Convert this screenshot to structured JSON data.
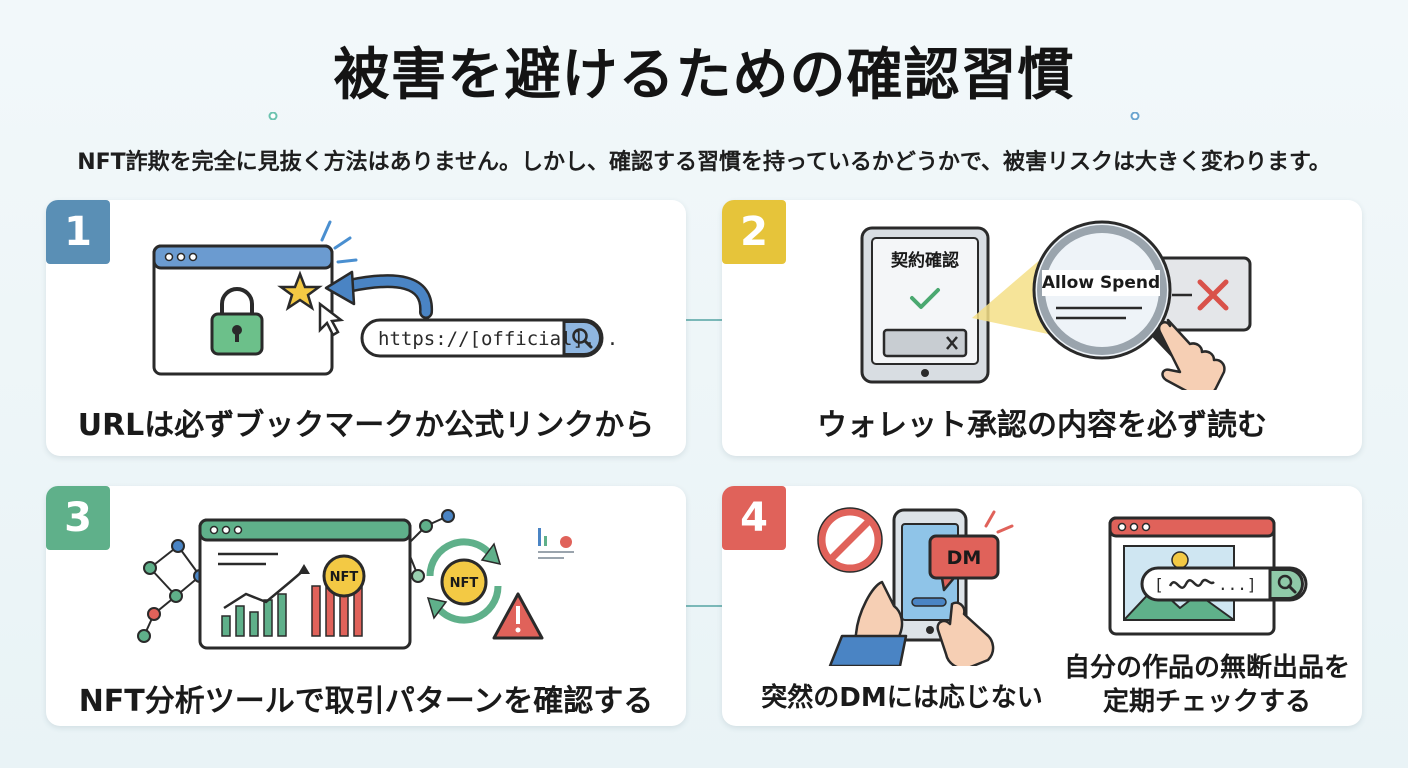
{
  "header": {
    "title": "被害を避けるための確認習慣",
    "subtitle": "NFT詐欺を完全に見抜く方法はありません。しかし、確認する習慣を持っているかどうかで、被害リスクは大きく変わります。"
  },
  "cards": [
    {
      "number": "1",
      "color": "#5a8fb5",
      "label": "URLは必ずブックマークか公式リンクから",
      "url_text": "https://[official]..."
    },
    {
      "number": "2",
      "color": "#e6c43a",
      "label": "ウォレット承認の内容を必ず読む",
      "contract_title": "契約確認",
      "magnified_text": "Allow Spend"
    },
    {
      "number": "3",
      "color": "#5fb08a",
      "label": "NFT分析ツールで取引パターンを確認する",
      "nft_text": "NFT"
    },
    {
      "number": "4",
      "color": "#e0625a",
      "label_left": "突然のDMには応じない",
      "label_right_line1": "自分の作品の無断出品を",
      "label_right_line2": "定期チェックする",
      "dm_text": "DM"
    }
  ]
}
